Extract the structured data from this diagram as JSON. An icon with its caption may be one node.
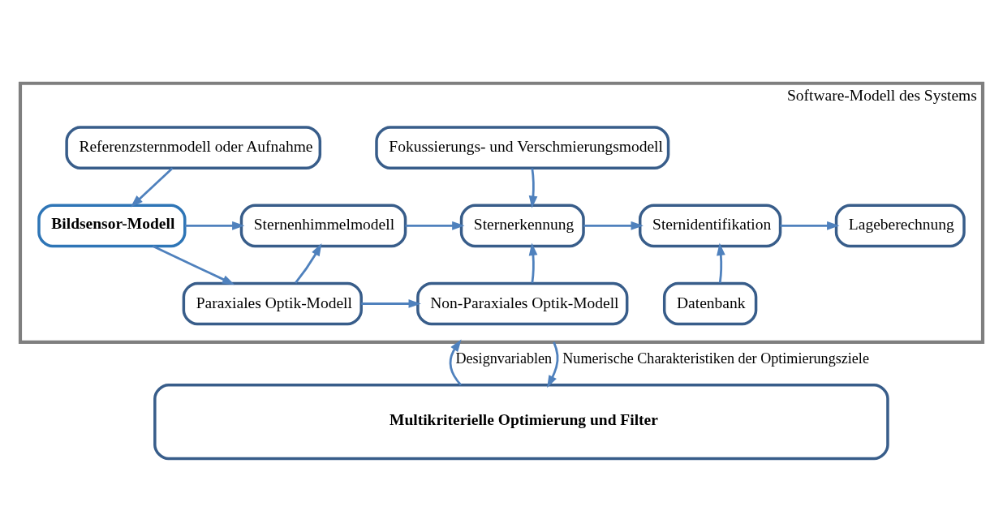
{
  "diagram": {
    "nodes": [
      {
        "text": [
          "Software-Modell des Systems"
        ]
      },
      {
        "text": [
          "Referenzsternmodell oder Aufnahme"
        ],
        "in": 0
      },
      {
        "text": [
          "Fokussierungs- und Verschmierungsmodell"
        ],
        "in": 0
      },
      {
        "text": [
          "Bildsensor-Modell"
        ],
        "in": 0
      },
      {
        "text": [
          "Sternenhimmelmodell"
        ],
        "in": 0
      },
      {
        "text": [
          "Sternerkennung"
        ],
        "in": 0
      },
      {
        "text": [
          "Sternidentifikation"
        ],
        "in": 0
      },
      {
        "text": [
          "Lageberechnung"
        ],
        "in": 0
      },
      {
        "text": [
          "Paraxiales Optik-Modell"
        ],
        "in": 0
      },
      {
        "text": [
          "Non-Paraxiales Optik-Modell"
        ],
        "in": 0
      },
      {
        "text": [
          "Datenbank"
        ],
        "in": 0
      },
      {
        "text": [
          "Multikriterielle Optimierung und Filter"
        ]
      }
    ],
    "edges": [
      {
        "from": 1,
        "to": 3,
        "arrow": "to"
      },
      {
        "from": 3,
        "to": 4,
        "arrow": "to"
      },
      {
        "from": 3,
        "to": 8,
        "arrow": "to"
      },
      {
        "from": 2,
        "to": 5,
        "arrow": "to"
      },
      {
        "from": 4,
        "to": 5,
        "arrow": "to"
      },
      {
        "from": 8,
        "to": 4,
        "arrow": "to"
      },
      {
        "from": 8,
        "to": 9,
        "arrow": "to"
      },
      {
        "from": 9,
        "to": 5,
        "arrow": "to"
      },
      {
        "from": 5,
        "to": 6,
        "arrow": "to"
      },
      {
        "from": 6,
        "to": 7,
        "arrow": "to"
      },
      {
        "from": 10,
        "to": 6,
        "arrow": "to"
      },
      {
        "from": 11,
        "to": 0,
        "arrow": "to",
        "label": "Designvariablen"
      },
      {
        "from": 0,
        "to": 11,
        "arrow": "to",
        "label": "Numerische Charakteristiken der Optimierungsziele"
      }
    ]
  }
}
